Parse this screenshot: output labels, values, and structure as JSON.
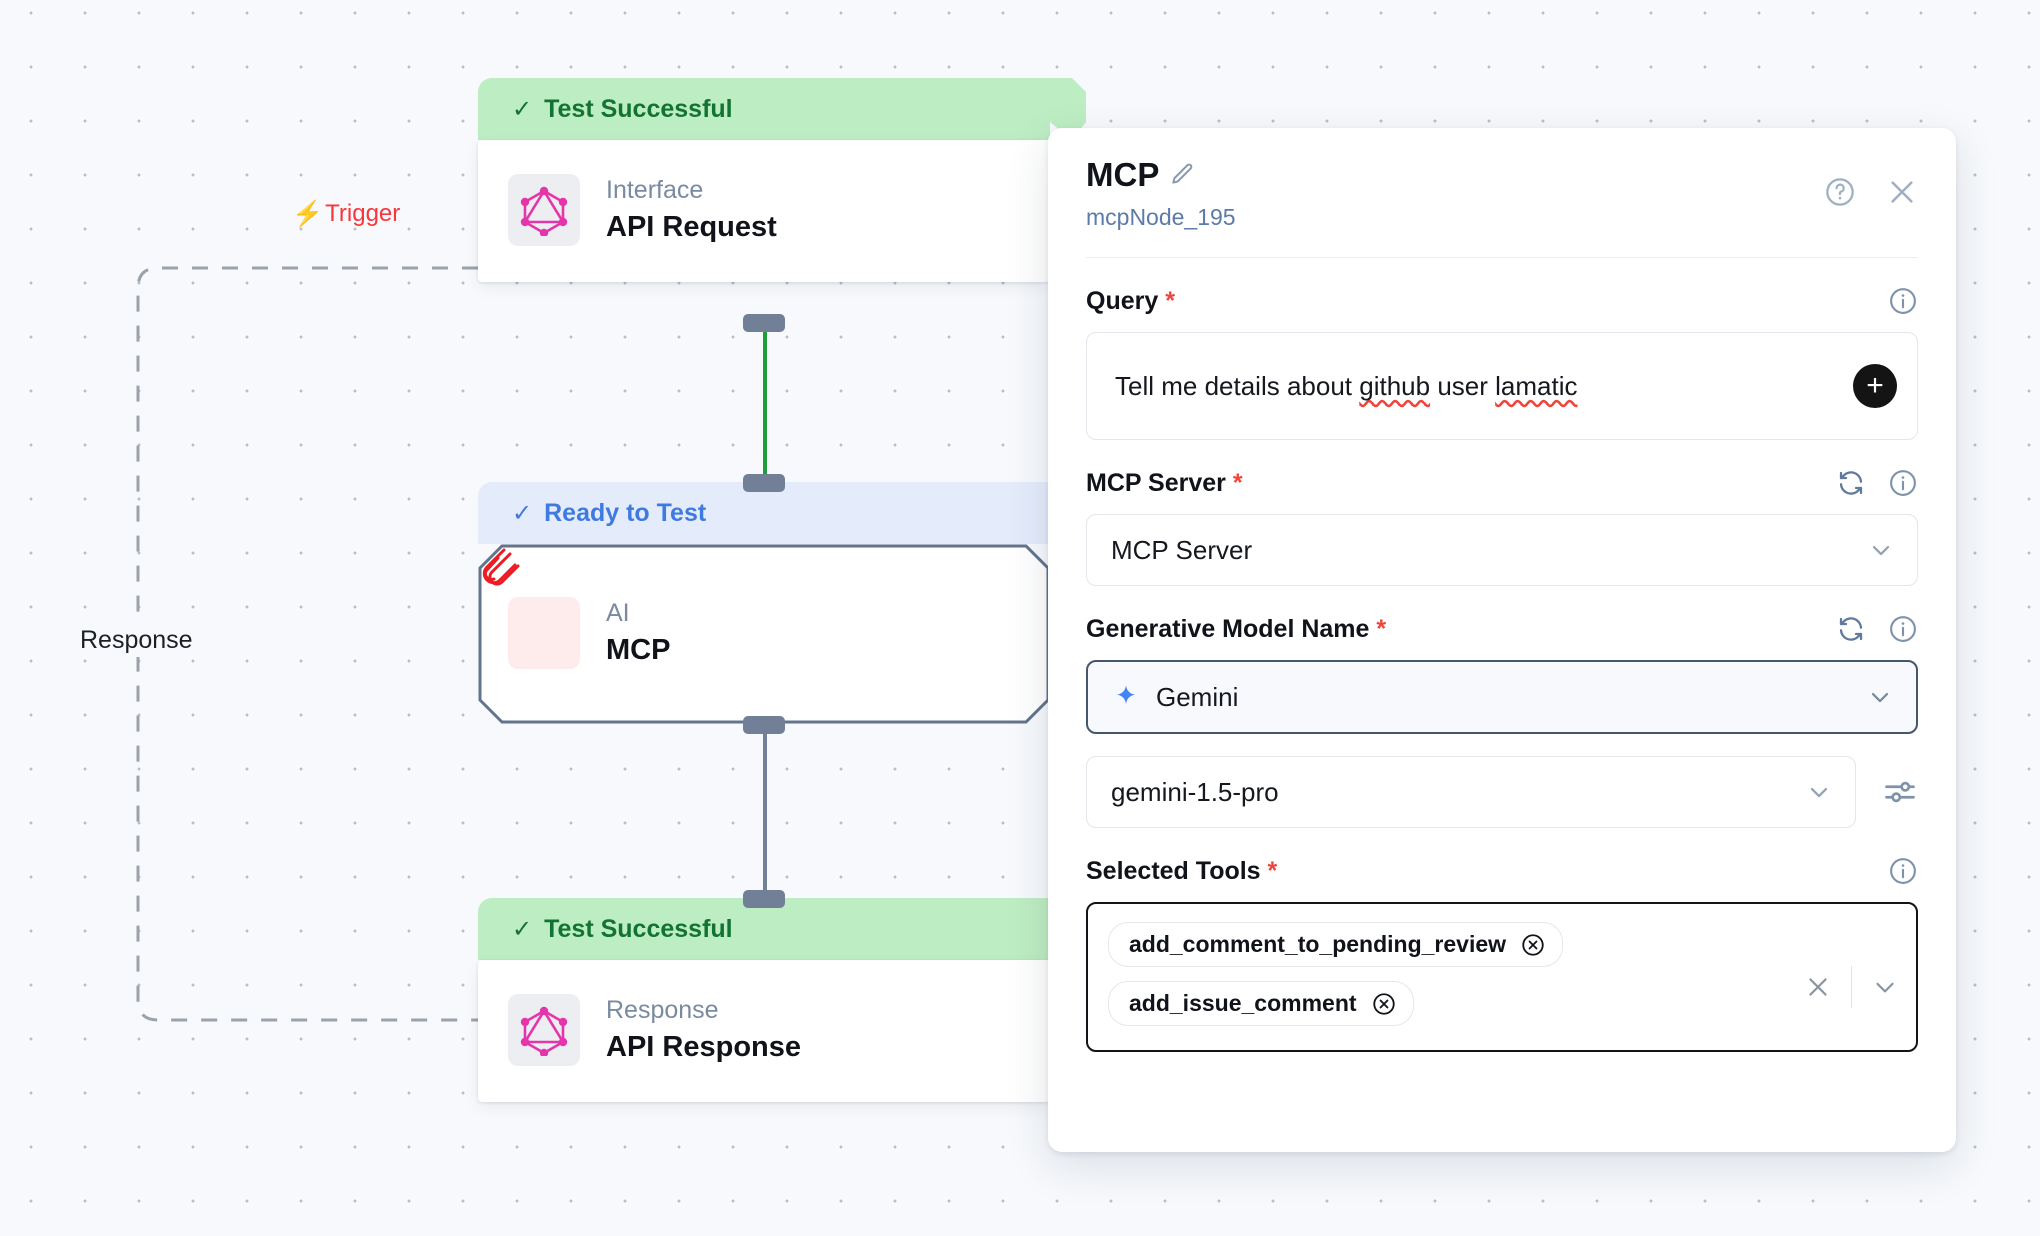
{
  "canvas": {
    "trigger_label": "Trigger",
    "trigger_icon": "lightning-bolt-icon",
    "response_label": "Response",
    "nodes": [
      {
        "status": "Test Successful",
        "status_type": "success",
        "kind": "Interface",
        "title": "API Request",
        "icon": "graphql-icon"
      },
      {
        "status": "Ready to Test",
        "status_type": "ready",
        "kind": "AI",
        "title": "MCP",
        "icon": "mcp-paperclip-icon",
        "selected": true
      },
      {
        "status": "Test Successful",
        "status_type": "success",
        "kind": "Response",
        "title": "API Response",
        "icon": "graphql-icon"
      }
    ]
  },
  "panel": {
    "title": "MCP",
    "edit_icon": "pencil-icon",
    "node_id": "mcpNode_195",
    "help_icon": "help-circle-icon",
    "close_icon": "close-icon",
    "fields": {
      "query": {
        "label": "Query",
        "required": "*",
        "info_icon": "info-icon",
        "value_part1": "Tell me details about ",
        "value_github": "github",
        "value_part2": " user ",
        "value_lamatic": "lamatic",
        "add_button": "+"
      },
      "mcp_server": {
        "label": "MCP Server",
        "required": "*",
        "refresh_icon": "refresh-icon",
        "info_icon": "info-icon",
        "value": "MCP Server",
        "chevron_icon": "chevron-down-icon"
      },
      "generative_model": {
        "label": "Generative Model Name",
        "required": "*",
        "refresh_icon": "refresh-icon",
        "info_icon": "info-icon",
        "provider_value": "Gemini",
        "provider_icon": "gemini-sparkle-icon",
        "chevron_icon": "chevron-down-icon",
        "model_value": "gemini-1.5-pro",
        "model_chevron_icon": "chevron-down-icon",
        "tune_icon": "sliders-icon"
      },
      "selected_tools": {
        "label": "Selected Tools",
        "required": "*",
        "info_icon": "info-icon",
        "chips": [
          {
            "label": "add_comment_to_pending_review",
            "remove_icon": "circle-x-icon"
          },
          {
            "label": "add_issue_comment",
            "remove_icon": "circle-x-icon"
          }
        ],
        "clear_icon": "close-icon",
        "chevron_icon": "chevron-down-icon"
      }
    }
  },
  "colors": {
    "success_bg": "#bdedc2",
    "success_text": "#137333",
    "ready_bg": "#e4ecfb",
    "ready_text": "#3f7ae0",
    "trigger_red": "#f9363a",
    "edge_green": "#1e9e36",
    "edge_slate": "#718096",
    "graphql_pink": "#e535ab",
    "mcp_red": "#ed1c24",
    "gemini_blue": "#4285f4"
  }
}
